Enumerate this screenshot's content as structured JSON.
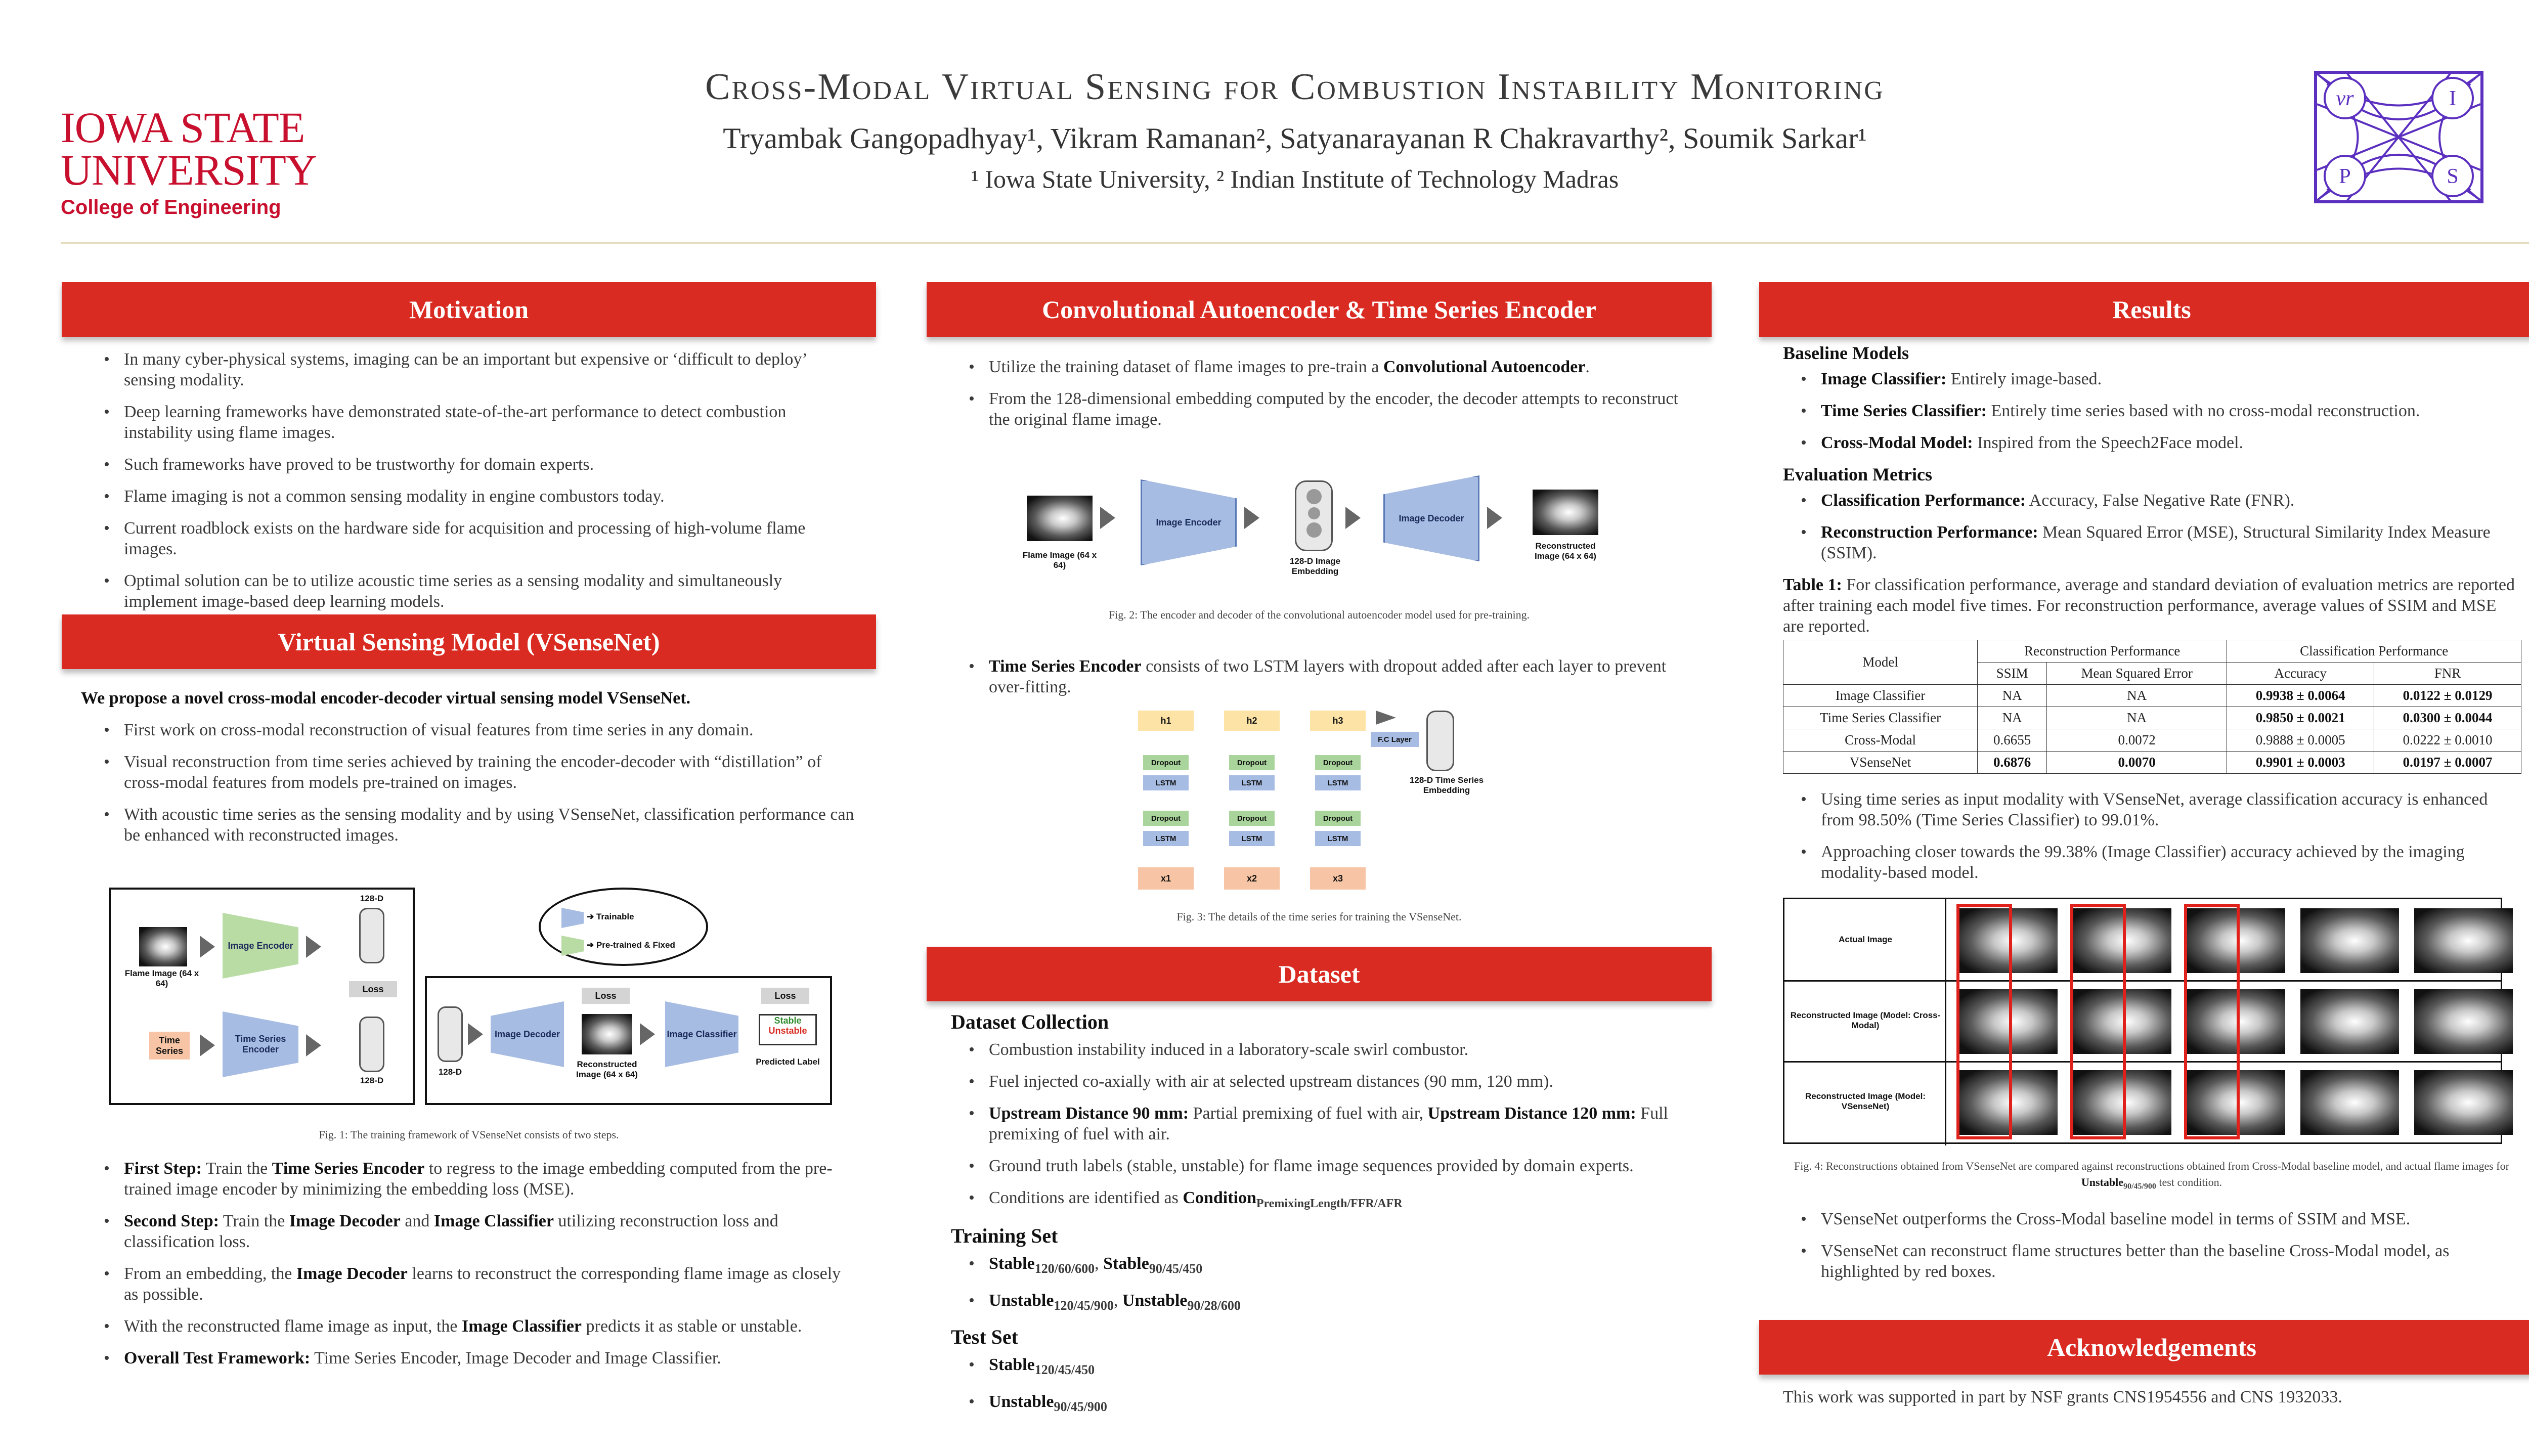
{
  "header": {
    "logo_left": {
      "line1": "IOWA STATE",
      "line2": "UNIVERSITY",
      "line3": "College of Engineering"
    },
    "title": "Cross-Modal Virtual Sensing for Combustion Instability Monitoring",
    "authors": "Tryambak Gangopadhyay¹, Vikram Ramanan², Satyanarayanan R Chakravarthy², Soumik Sarkar¹",
    "affiliations": "¹ Iowa State University, ² Indian Institute of Technology Madras",
    "logo_right": {
      "tl": "νr",
      "tr": "I",
      "bl": "P",
      "br": "S"
    }
  },
  "motivation": {
    "heading": "Motivation",
    "items": [
      "In many cyber-physical systems, imaging can be an important but expensive or ‘difficult to deploy’ sensing modality.",
      "Deep learning frameworks have demonstrated state-of-the-art performance to detect combustion instability using flame images.",
      "Such frameworks have proved to be trustworthy for domain experts.",
      "Flame imaging is not a common sensing modality in engine combustors today.",
      "Current roadblock exists on the hardware side for acquisition and processing of high-volume flame images.",
      "Optimal solution can be to utilize acoustic time series as a sensing modality and simultaneously implement image-based deep learning models."
    ]
  },
  "vsense": {
    "heading": "Virtual Sensing Model (VSenseNet)",
    "lead": "We propose a novel cross-modal encoder-decoder virtual sensing model VSenseNet.",
    "items": [
      "First work on cross-modal reconstruction of visual features from time series in any domain.",
      "Visual reconstruction from time series achieved by training the encoder-decoder with “distillation” of cross-modal features from models pre-trained on images.",
      "With acoustic time series as the sensing modality and by using VSenseNet, classification performance can be enhanced with reconstructed images."
    ],
    "fig1": {
      "flame_image": "Flame Image (64 x 64)",
      "image_encoder": "Image Encoder",
      "d128_top": "128-D",
      "loss": "Loss",
      "time_series": "Time Series",
      "ts_encoder": "Time Series Encoder",
      "d128_bottom": "128-D",
      "legend_trainable": "Trainable",
      "legend_fixed": "Pre-trained & Fixed",
      "d128_right": "128-D",
      "image_decoder": "Image Decoder",
      "loss2": "Loss",
      "reconstructed": "Reconstructed Image (64 x 64)",
      "image_classifier": "Image Classifier",
      "loss3": "Loss",
      "stable": "Stable",
      "unstable": "Unstable",
      "predicted": "Predicted Label",
      "caption": "Fig. 1: The training framework of VSenseNet consists of two steps."
    },
    "steps": [
      {
        "b1": "First Step:",
        "t1": " Train the ",
        "b2": "Time Series Encoder",
        "t2": " to regress to the image embedding computed from the pre-trained image encoder by minimizing the embedding loss (MSE)."
      },
      {
        "b1": "Second Step:",
        "t1": " Train the ",
        "b2": "Image Decoder",
        "t2": " and ",
        "b3": "Image Classifier",
        "t3": " utilizing reconstruction loss and classification loss."
      },
      {
        "t0": "From an embedding, the ",
        "b1": "Image Decoder",
        "t1": " learns to reconstruct the corresponding flame image as closely as possible."
      },
      {
        "t0": "With the reconstructed flame image as input, the ",
        "b1": "Image Classifier",
        "t1": " predicts it as stable or unstable."
      },
      {
        "b1": "Overall Test Framework:",
        "t1": " Time Series Encoder, Image Decoder and Image Classifier."
      }
    ]
  },
  "cae": {
    "heading": "Convolutional Autoencoder & Time Series Encoder",
    "item1_a": "Utilize the training dataset of flame images to pre-train a ",
    "item1_b": "Convolutional Autoencoder",
    "item1_c": ".",
    "item2": "From the 128-dimensional embedding computed by the encoder, the decoder attempts to reconstruct the original flame image.",
    "fig2": {
      "flame_image": "Flame Image (64 x 64)",
      "encoder": "Image Encoder",
      "embedding": "128-D Image Embedding",
      "decoder": "Image Decoder",
      "reconstructed": "Reconstructed Image (64 x 64)",
      "caption": "Fig. 2: The encoder and decoder of the convolutional autoencoder model used for pre-training."
    },
    "item3_b": "Time Series Encoder",
    "item3_t": " consists of two LSTM layers with dropout added after each layer to prevent over-fitting.",
    "fig3": {
      "h": [
        "h1",
        "h2",
        "h3"
      ],
      "x": [
        "x1",
        "x2",
        "x3"
      ],
      "dropout": "Dropout",
      "lstm": "LSTM",
      "fc": "F.C Layer",
      "embedding": "128-D Time Series Embedding",
      "caption": "Fig. 3: The details of the time series for training the VSenseNet."
    }
  },
  "dataset": {
    "heading": "Dataset",
    "collection_title": "Dataset Collection",
    "collection": [
      "Combustion instability induced in a laboratory-scale swirl combustor.",
      "Fuel injected co-axially with air at selected upstream distances (90 mm, 120 mm)."
    ],
    "upstream": {
      "b1": "Upstream Distance 90 mm:",
      "t1": " Partial premixing of fuel with air, ",
      "b2": "Upstream Distance 120 mm:",
      "t2": " Full premixing of fuel with air."
    },
    "ground_truth": "Ground truth labels (stable, unstable) for flame image sequences provided by domain experts.",
    "conditions": {
      "t": "Conditions are identified as ",
      "b": "Condition",
      "sub": "PremixingLength/FFR/AFR"
    },
    "training_title": "Training Set",
    "training": [
      [
        {
          "b": "Stable",
          "sub": "120/60/600"
        },
        {
          "b": "Stable",
          "sub": "90/45/450"
        }
      ],
      [
        {
          "b": "Unstable",
          "sub": "120/45/900"
        },
        {
          "b": "Unstable",
          "sub": "90/28/600"
        }
      ]
    ],
    "test_title": "Test Set",
    "test": [
      {
        "b": "Stable",
        "sub": "120/45/450"
      },
      {
        "b": "Unstable",
        "sub": "90/45/900"
      }
    ]
  },
  "results": {
    "heading": "Results",
    "baseline_title": "Baseline Models",
    "baseline": [
      {
        "b": "Image Classifier:",
        "t": " Entirely image-based."
      },
      {
        "b": "Time Series Classifier:",
        "t": " Entirely time series based with no cross-modal reconstruction."
      },
      {
        "b": "Cross-Modal Model:",
        "t": " Inspired from the Speech2Face model."
      }
    ],
    "metrics_title": "Evaluation Metrics",
    "metrics": [
      {
        "b": "Classification Performance:",
        "t": " Accuracy, False Negative Rate (FNR)."
      },
      {
        "b": "Reconstruction Performance:",
        "t": " Mean Squared Error (MSE), Structural Similarity Index Measure (SSIM)."
      }
    ],
    "table_caption_b": "Table 1:",
    "table_caption": " For classification performance, average and standard deviation of evaluation metrics are reported after training each model five times. For reconstruction performance, average values of SSIM and MSE are reported.",
    "table": {
      "h_model": "Model",
      "h_recon": "Reconstruction Performance",
      "h_class": "Classification Performance",
      "h_ssim": "SSIM",
      "h_mse": "Mean Squared Error",
      "h_acc": "Accuracy",
      "h_fnr": "FNR",
      "rows": [
        {
          "model": "Image Classifier",
          "ssim": "NA",
          "mse": "NA",
          "acc": "0.9938 ± 0.0064",
          "fnr": "0.0122 ± 0.0129"
        },
        {
          "model": "Time Series Classifier",
          "ssim": "NA",
          "mse": "NA",
          "acc": "0.9850 ± 0.0021",
          "fnr": "0.0300 ± 0.0044"
        },
        {
          "model": "Cross-Modal",
          "ssim": "0.6655",
          "mse": "0.0072",
          "acc": "0.9888 ± 0.0005",
          "fnr": "0.0222 ± 0.0010"
        },
        {
          "model": "VSenseNet",
          "ssim": "0.6876",
          "mse": "0.0070",
          "acc": "0.9901 ± 0.0003",
          "fnr": "0.0197 ± 0.0007"
        }
      ]
    },
    "after_table": [
      "Using time series as input modality with VSenseNet, average classification accuracy is enhanced from 98.50% (Time Series Classifier) to 99.01%.",
      "Approaching closer towards the 99.38% (Image Classifier) accuracy achieved by the imaging modality-based model."
    ],
    "fig4": {
      "row1": "Actual Image",
      "row2": "Reconstructed Image (Model: Cross-Modal)",
      "row3": "Reconstructed Image (Model: VSenseNet)",
      "caption_a": "Fig. 4: Reconstructions obtained from VSenseNet are compared against reconstructions obtained from Cross-Modal baseline model, and actual flame images for ",
      "caption_b": "Unstable",
      "caption_sub": "90/45/900",
      "caption_c": " test condition."
    },
    "final": [
      "VSenseNet outperforms the Cross-Modal baseline model in terms of SSIM and MSE.",
      "VSenseNet can reconstruct flame structures better than the baseline Cross-Modal model, as highlighted by red boxes."
    ]
  },
  "ack": {
    "heading": "Acknowledgements",
    "text": "This work was supported in part by NSF grants CNS1954556 and CNS 1932033."
  }
}
